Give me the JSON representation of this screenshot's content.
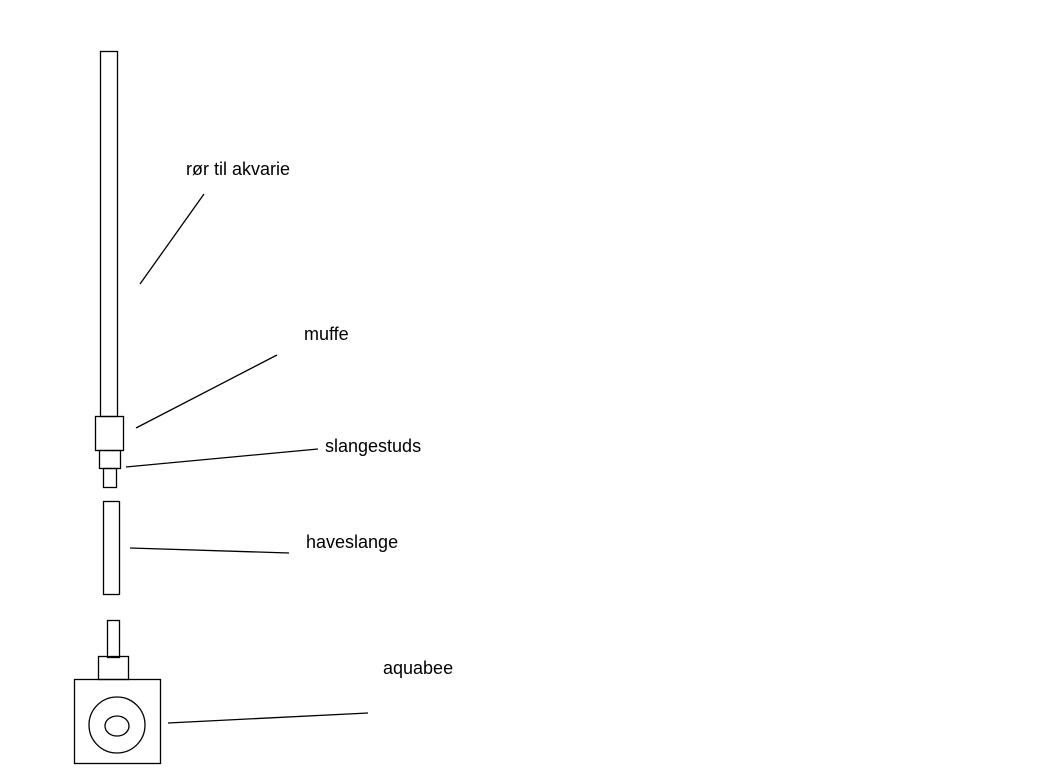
{
  "labels": {
    "pipe": "rør til akvarie",
    "coupling": "muffe",
    "hose_nozzle": "slangestuds",
    "garden_hose": "haveslange",
    "pump": "aquabee"
  }
}
